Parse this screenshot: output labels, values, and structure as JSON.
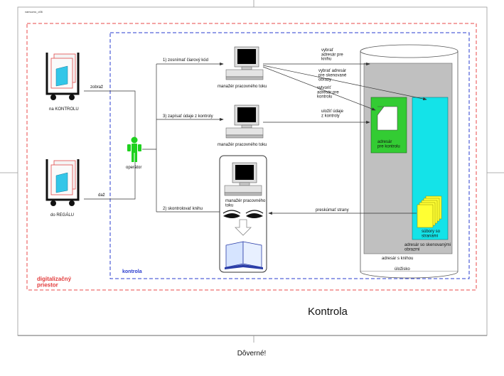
{
  "doc": {
    "header_label": "vamuzno_c06",
    "caption": "Kontrola",
    "footer": "Dôverné!"
  },
  "regions": {
    "digital_space": "digitalizačný\npriestor",
    "control": "kontrola"
  },
  "carts": {
    "top_label": "na KONTROLU",
    "bottom_label": "do REGÁLU"
  },
  "actions": {
    "show": "zobraž",
    "give": "daž"
  },
  "operator": {
    "label": "operátor"
  },
  "steps": {
    "s1": "1) zosnímať čiarový kód",
    "s3": "3) zapísať údaje z kontroly",
    "s2": "2) skontrolovať knihu"
  },
  "workstations": {
    "ws1": "manažér pracovného toku",
    "ws2": "manažér pracovného toku",
    "ws3": "manažér pracovného\ntoku"
  },
  "flows": {
    "select_book_dir": "vybrať\nadresár pre\nknihu",
    "select_scan_dir": "vybrať adresár\npre skenované\nobrazy",
    "create_control_dir": "vytvoriť\nadresár pre\nkontrolu",
    "save_control_data": "uložiť údaje\nz kontroly",
    "review_pages": "preskúmať strany"
  },
  "storage": {
    "control_dir": "adresár\npre kontrolu",
    "page_files": "súbory so\nstranami",
    "scanned_dir": "adresár so skenovanými\nobrazmi",
    "book_dir": "adresár s knihou",
    "storage_label": "úložisko"
  },
  "colors": {
    "outer_border": "#e84a4a",
    "control_border": "#2a3ccf",
    "operator": "#1fd11f",
    "control_box": "#33cc33",
    "scan_box": "#14e3e8",
    "files": "#ffff33",
    "storage_inner": "#c0c0c0"
  }
}
